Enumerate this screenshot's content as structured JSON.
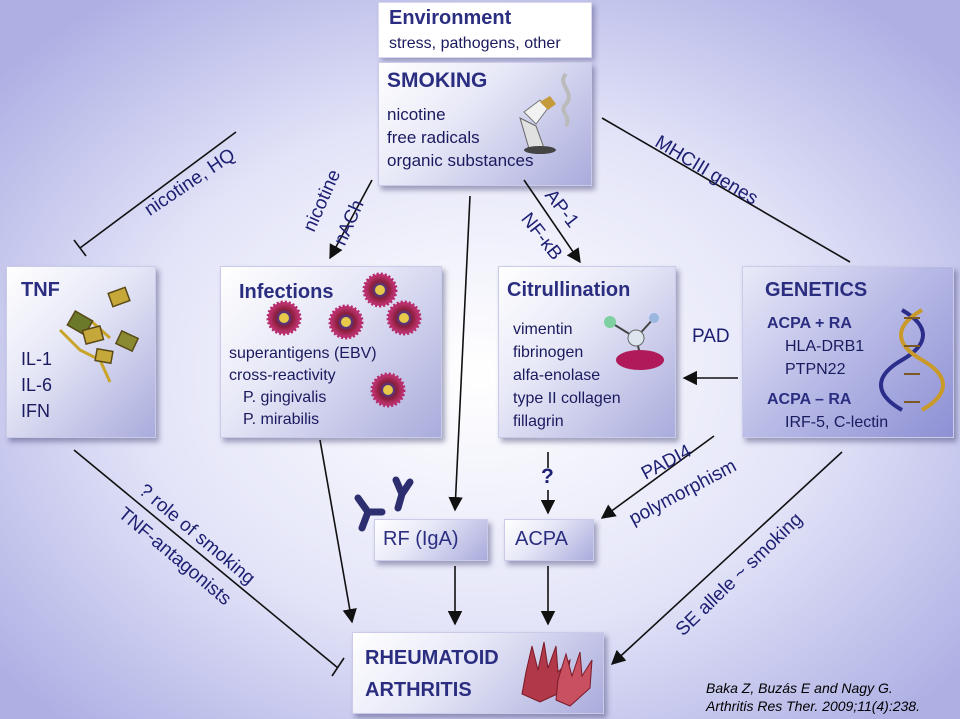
{
  "environment": {
    "title": "Environment",
    "subtitle": "stress, pathogens, other"
  },
  "smoking": {
    "title": "SMOKING",
    "items": [
      "nicotine",
      "free radicals",
      "organic substances"
    ]
  },
  "tnf": {
    "title": "TNF",
    "items": [
      "IL-1",
      "IL-6",
      "IFN"
    ]
  },
  "infections": {
    "title": "Infections",
    "items": [
      "superantigens (EBV)",
      "cross-reactivity",
      "P. gingivalis",
      "P. mirabilis"
    ]
  },
  "citrullination": {
    "title": "Citrullination",
    "items": [
      "vimentin",
      "fibrinogen",
      "alfa-enolase",
      "type II collagen",
      "fillagrin"
    ]
  },
  "genetics": {
    "title": "GENETICS",
    "group1": "ACPA + RA",
    "group1_items": [
      "HLA-DRB1",
      "PTPN22"
    ],
    "group2": "ACPA – RA",
    "group2_items": [
      "IRF-5, C-lectin"
    ]
  },
  "rf": {
    "label": "RF (IgA)"
  },
  "acpa": {
    "label": "ACPA"
  },
  "ra": {
    "line1": "RHEUMATOID",
    "line2": "ARTHRITIS"
  },
  "edges": {
    "nicotine_hq": "nicotine, HQ",
    "nicotine": "nicotine",
    "nach": "nACh",
    "ap1": "AP-1",
    "nfkb": "NF-κB",
    "mhciii": "MHCIII genes",
    "pad": "PAD",
    "padi4": "PADI4",
    "polymorphism": "polymorphism",
    "question": "?",
    "role_smoking": "? role of smoking",
    "tnf_antagonists": "TNF-antagonists",
    "se_allele": "SE allele ~ smoking"
  },
  "citation": {
    "line1": "Baka Z, Buzás E and Nagy G.",
    "line2": "Arthritis Res Ther. 2009;11(4):238."
  },
  "colors": {
    "text": "#1d1f72",
    "title": "#2b2e80",
    "arrow": "#111111",
    "background": "#c5c6ee"
  }
}
